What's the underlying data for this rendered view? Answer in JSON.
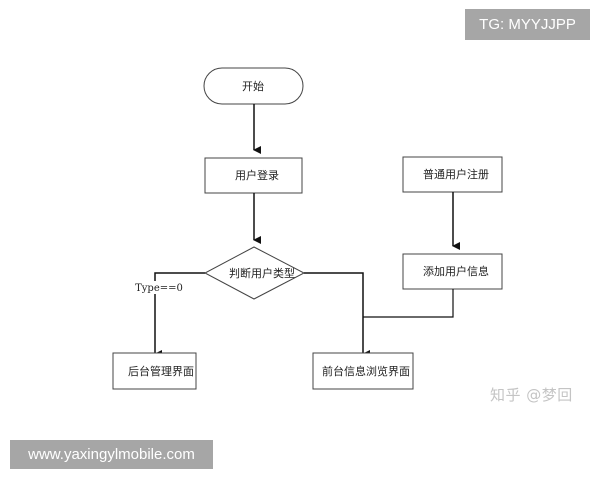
{
  "diagram": {
    "nodes": {
      "start": "开始",
      "login": "用户登录",
      "decision": "判断用户类型",
      "register": "普通用户注册",
      "add_info": "添加用户信息",
      "admin": "后台管理界面",
      "frontend": "前台信息浏览界面"
    },
    "edges": {
      "type_label": "Type==0"
    }
  },
  "watermarks": {
    "tag": "TG: MYYJJPP",
    "url": "www.yaxingylmobile.com",
    "zhihu": "知乎 @梦回"
  },
  "colors": {
    "stroke": "#3c3c3c",
    "watermark_bg": "#a6a6a6"
  }
}
